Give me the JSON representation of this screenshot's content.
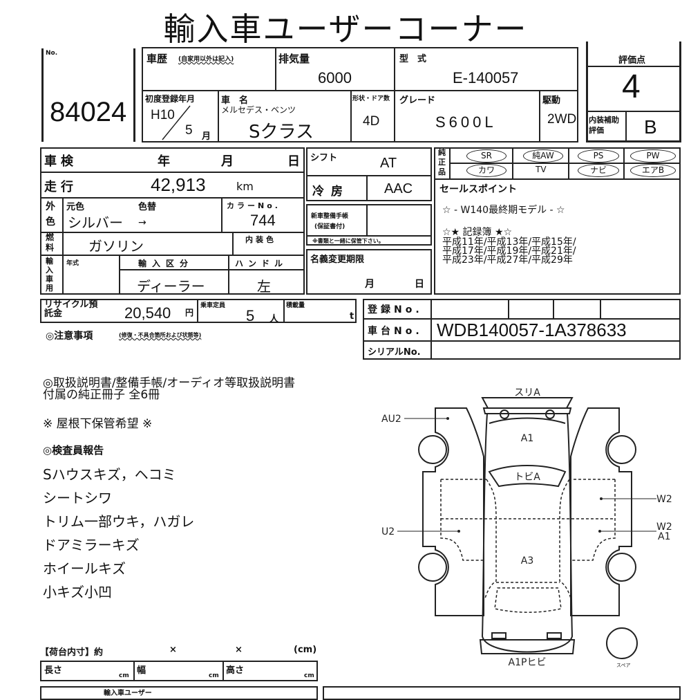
{
  "title": "輸入車ユーザーコーナー",
  "lot": {
    "label": "No.",
    "number": "84024"
  },
  "history": {
    "label": "車歴",
    "note": "(自家用以外は記入)"
  },
  "displacement": {
    "label": "排気量",
    "value": "6000"
  },
  "model_code": {
    "label": "型　式",
    "value": "E-140057"
  },
  "first_reg": {
    "label": "初度登録年月",
    "year": "H10",
    "month": "5",
    "month_unit": "月"
  },
  "car_name": {
    "label": "車　名",
    "maker": "メルセデス・ベンツ",
    "value": "Sクラス"
  },
  "doors": {
    "label": "形状・ドア数",
    "value": "4D"
  },
  "grade": {
    "label": "グレード",
    "value": "S600L"
  },
  "drive": {
    "label": "駆動",
    "value": "2WD"
  },
  "score": {
    "label": "評価点",
    "value": "4",
    "interior_label": "内装補助評価",
    "interior_value": "B"
  },
  "inspection": {
    "label": "車検",
    "year": "年",
    "month": "月",
    "day": "日"
  },
  "mileage": {
    "label": "走行",
    "value": "42,913",
    "unit": "km"
  },
  "color": {
    "label": "外色",
    "orig_label": "元色",
    "change_label": "色替",
    "value": "シルバー",
    "arrow": "→",
    "no_label": "カラーNo.",
    "no_value": "744"
  },
  "fuel": {
    "label": "燃料",
    "value": "ガソリン",
    "interior_color_label": "内装色"
  },
  "import": {
    "label": "輸入車用",
    "year_label": "年式",
    "type_label": "輸入区分",
    "type_value": "ディーラー",
    "handle_label": "ハンドル",
    "handle_value": "左"
  },
  "shift": {
    "label": "シフト",
    "value": "AT"
  },
  "aircon": {
    "label": "冷房",
    "value": "AAC"
  },
  "maintenance": {
    "label": "新車整備手帳",
    "sub": "(保証書付)",
    "note": "※書類と一緒に保管下さい。"
  },
  "name_change": {
    "label": "名義変更期限",
    "month": "月",
    "day": "日"
  },
  "options": {
    "label": "純正品",
    "items": [
      "SR",
      "純AW",
      "PS",
      "PW",
      "カワ",
      "TV",
      "ナビ",
      "エアB"
    ]
  },
  "sales_points": {
    "label": "セールスポイント",
    "lines": [
      "☆ - W140最終期モデル - ☆",
      "",
      "☆★ 記録簿 ★☆",
      "平成11年/平成13年/平成15年/",
      "平成17年/平成19年/平成21年/",
      "平成23年/平成27年/平成29年"
    ]
  },
  "recycle": {
    "label": "リサイクル預託金",
    "value": "20,540",
    "unit": "円"
  },
  "capacity": {
    "label": "乗車定員",
    "value": "5",
    "unit": "人"
  },
  "load": {
    "label": "積載量",
    "unit": "t"
  },
  "caution": {
    "label": "◎注意事項",
    "note": "(修復・不具合箇所および状態等)"
  },
  "registration": {
    "reg_label": "登録No.",
    "chassis_label": "車台No.",
    "chassis_value": "WDB140057-1A378633",
    "serial_label": "シリアルNo."
  },
  "notes": [
    "◎取扱説明書/整備手帳/オーディオ等取扱説明書",
    "付属の純正冊子 全6冊",
    "※ 屋根下保管希望 ※"
  ],
  "inspector": {
    "label": "◎検査員報告",
    "items": [
      "Sハウスキズ，ヘコミ",
      "シートシワ",
      "トリム一部ウキ，ハガレ",
      "ドアミラーキズ",
      "ホイールキズ",
      "小キズ小凹"
    ]
  },
  "diagram": {
    "front": "スリA",
    "hood": "A1",
    "windshield": "トビA",
    "roof": "A3",
    "rear": "A1Pヒビ",
    "left_fender": "AU2",
    "left_door": "U2",
    "right_door_front": "W2",
    "right_door_rear_1": "W2",
    "right_door_rear_2": "A1",
    "spare": "スペア"
  },
  "cargo": {
    "label": "【荷台内寸】約",
    "x1": "×",
    "x2": "×",
    "unit": "(cm)",
    "length": "長さ",
    "width": "幅",
    "height": "高さ",
    "cm": "cm"
  },
  "footer": {
    "text": "輸入車ユーザー"
  }
}
